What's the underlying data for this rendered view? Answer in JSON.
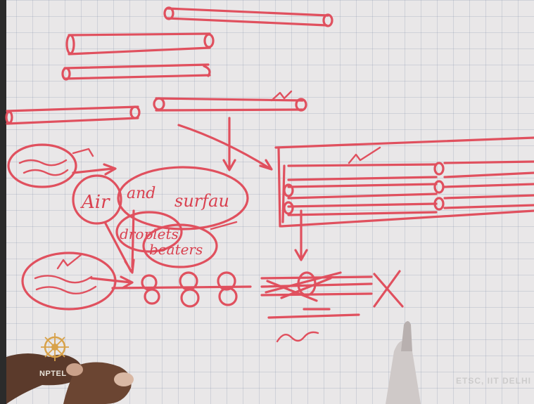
{
  "handwriting": {
    "air": "Air",
    "and": "and",
    "surface": "surfau",
    "droplets": "droplets",
    "beaters": "beaters"
  },
  "logo": {
    "label": "NPTEL"
  },
  "watermark": "ETSC, IIT DELHI",
  "colors": {
    "ink": "#e0505e",
    "paper": "#e9e7e8",
    "grid": "#8c96af"
  }
}
